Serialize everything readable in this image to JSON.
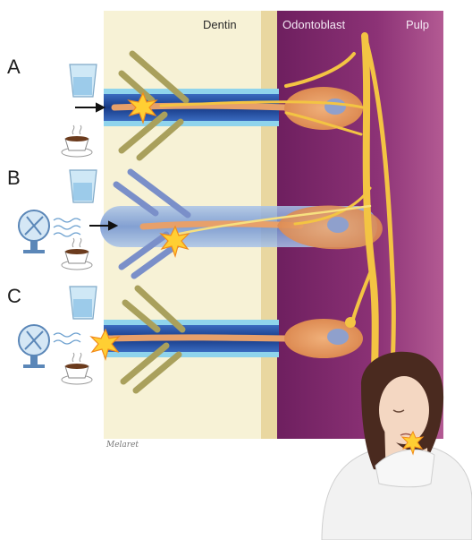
{
  "zones": {
    "dentin": "Dentin",
    "odontoblast": "Odontoblast",
    "pulp": "Pulp"
  },
  "rows": [
    {
      "letter": "A"
    },
    {
      "letter": "B"
    },
    {
      "letter": "C"
    }
  ],
  "signature": "Melaret",
  "colors": {
    "dentin": "#f7f2d6",
    "dentin_edge": "#e9d7a0",
    "odontoblast": "#7d2a6b",
    "pulp": "#a64a86",
    "tubule": "#1f3f8a",
    "tubule_fluid": "#7fc3e6",
    "nerve": "#f3c443",
    "cell_body": "#e79b5f",
    "nucleus": "#8fa0cc",
    "collagen": "#a9a05c"
  }
}
